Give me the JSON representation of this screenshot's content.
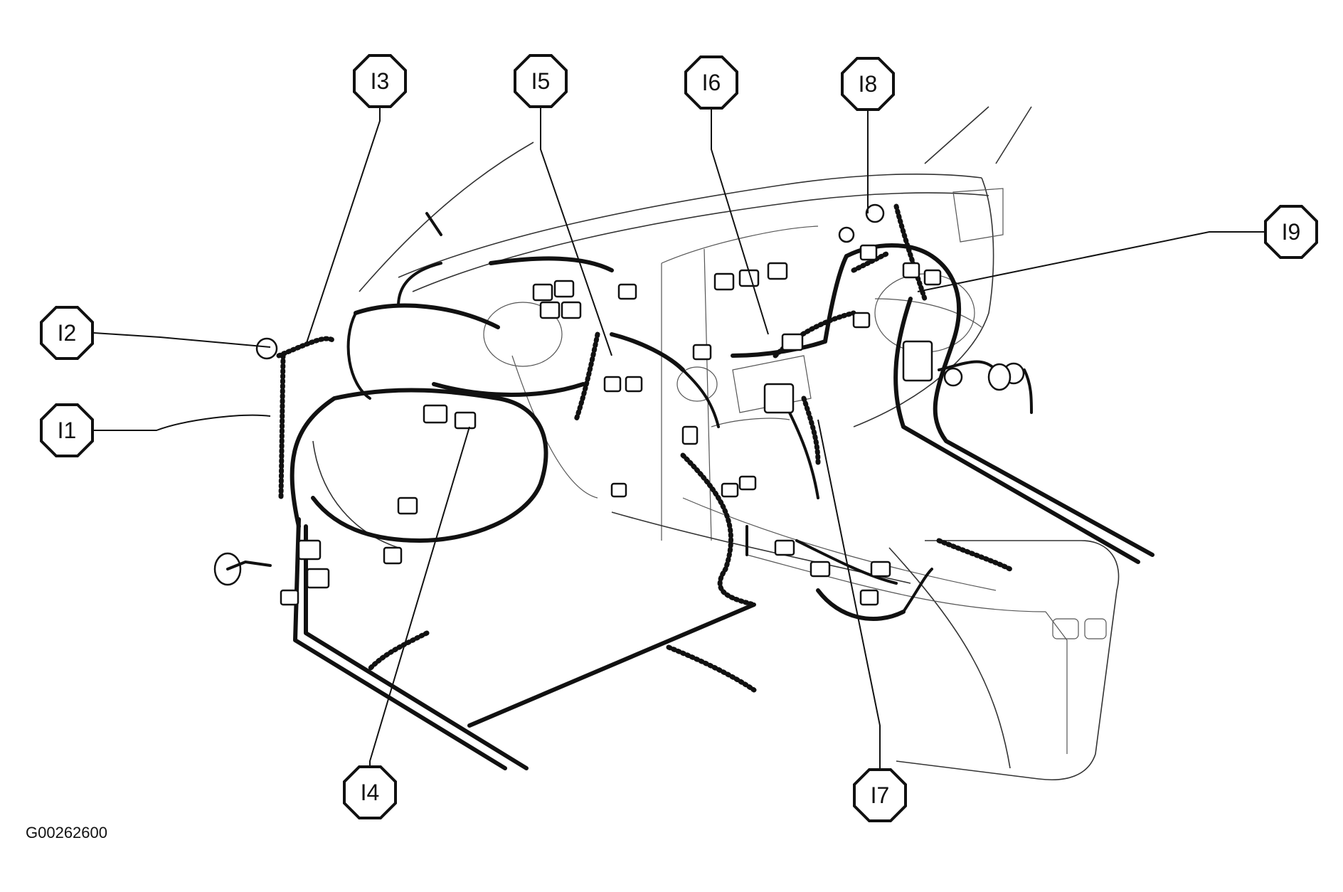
{
  "figure_id": "G00262600",
  "callouts": [
    {
      "label": "I1"
    },
    {
      "label": "I2"
    },
    {
      "label": "I3"
    },
    {
      "label": "I4"
    },
    {
      "label": "I5"
    },
    {
      "label": "I6"
    },
    {
      "label": "I7"
    },
    {
      "label": "I8"
    },
    {
      "label": "I9"
    }
  ]
}
